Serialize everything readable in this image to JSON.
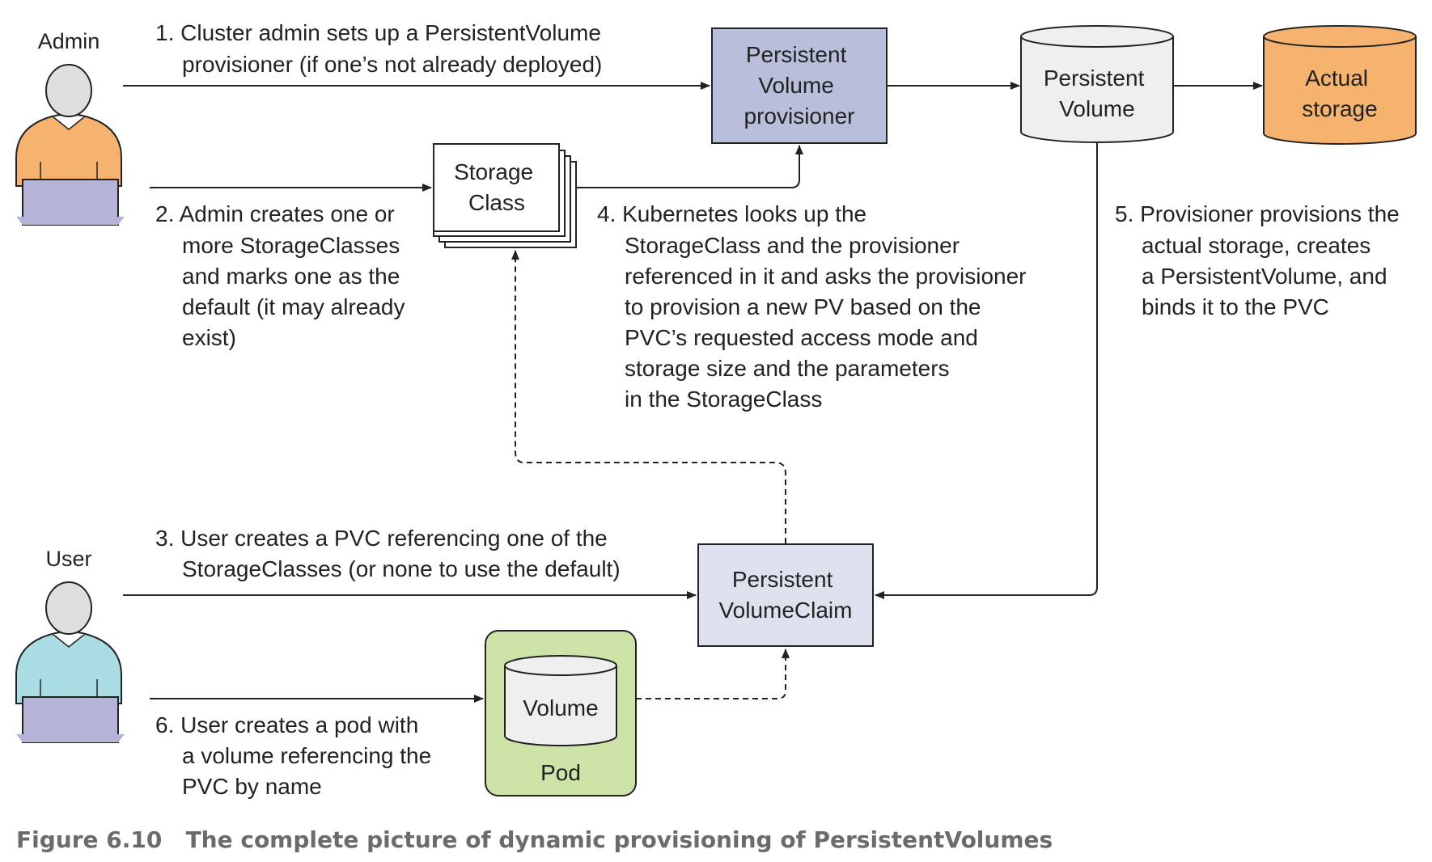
{
  "actors": {
    "admin": {
      "label": "Admin",
      "shirt_color": "#F5B36F"
    },
    "user": {
      "label": "User",
      "shirt_color": "#A9DCE3"
    },
    "head_color": "#DEDEDE",
    "laptop_color": "#B4B4D8"
  },
  "boxes": {
    "pv_provisioner": {
      "lines": [
        "Persistent",
        "Volume",
        "provisioner"
      ],
      "color": "#B9BEDB"
    },
    "persistent_volume": {
      "lines": [
        "Persistent",
        "Volume"
      ],
      "color": "#EFEFEF"
    },
    "actual_storage": {
      "lines": [
        "Actual",
        "storage"
      ],
      "color": "#F5B36F"
    },
    "storage_class": {
      "lines": [
        "Storage",
        "Class"
      ],
      "color": "#FFFFFF"
    },
    "pvc": {
      "lines": [
        "Persistent",
        "VolumeClaim"
      ],
      "color": "#DDE1EE"
    },
    "volume": {
      "label": "Volume",
      "color": "#EFEFEF"
    },
    "pod": {
      "label": "Pod",
      "color": "#CDE3A8"
    }
  },
  "steps": {
    "step1": [
      "1. Cluster admin sets up a PersistentVolume",
      "provisioner (if one’s not already deployed)"
    ],
    "step2": [
      "2. Admin creates one or",
      "more StorageClasses",
      "and marks one as the",
      "default (it may already",
      "exist)"
    ],
    "step3": [
      "3. User creates a PVC referencing one of the",
      "StorageClasses (or none to use the default)"
    ],
    "step4": [
      "4. Kubernetes looks up the",
      "StorageClass and the provisioner",
      "referenced in it and asks the provisioner",
      "to provision a new PV based on the",
      "PVC’s requested access mode and",
      "storage size and the parameters",
      "in the StorageClass"
    ],
    "step5": [
      "5. Provisioner provisions the",
      "actual storage, creates",
      "a PersistentVolume, and",
      "binds it to the PVC"
    ],
    "step6": [
      "6. User creates a pod with",
      "a volume referencing the",
      "PVC by name"
    ]
  },
  "caption": "Figure 6.10   The complete picture of dynamic provisioning of PersistentVolumes"
}
